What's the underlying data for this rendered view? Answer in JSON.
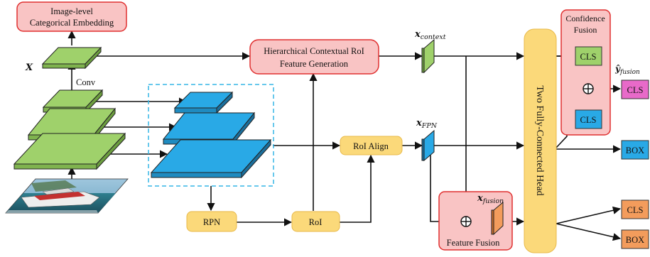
{
  "nodes": {
    "image_embedding": {
      "line1": "Image-level",
      "line2": "Categorical Embedding"
    },
    "hcrfg": {
      "line1": "Hierarchical Contextual RoI",
      "line2": "Feature Generation"
    },
    "roi_align": {
      "label": "RoI Align"
    },
    "rpn": {
      "label": "RPN"
    },
    "roi": {
      "label": "RoI"
    },
    "fc_head": {
      "label": "Two Fully-Connected Head"
    },
    "feature_fusion": {
      "label": "Feature Fusion"
    },
    "confidence_fusion": {
      "line1": "Confidence",
      "line2": "Fusion"
    },
    "cls_top": {
      "label": "CLS"
    },
    "cls_mid": {
      "label": "CLS"
    },
    "out_cls_fusion": {
      "label": "CLS"
    },
    "out_box_1": {
      "label": "BOX"
    },
    "out_cls_2": {
      "label": "CLS"
    },
    "out_box_2": {
      "label": "BOX"
    }
  },
  "labels": {
    "x_input": "X",
    "conv": "Conv",
    "x_context": {
      "base": "x",
      "sub": "context"
    },
    "x_fpn": {
      "base": "x",
      "sub": "FPN"
    },
    "x_fusion": {
      "base": "x",
      "sub": "fusion"
    },
    "y_fusion": {
      "base": "ŷ",
      "sub": "fusion"
    },
    "plus": "⊕"
  },
  "colors": {
    "red_fill": "#f9c4c4",
    "red_stroke": "#e03030",
    "green": "#9fd16b",
    "green_dark": "#5c8f2f",
    "blue": "#29a9e6",
    "blue_dark": "#1b6f9c",
    "yellow": "#fbd97a",
    "orange": "#f39c5c",
    "magenta": "#e86ac9",
    "dashed": "#35b6e6"
  }
}
